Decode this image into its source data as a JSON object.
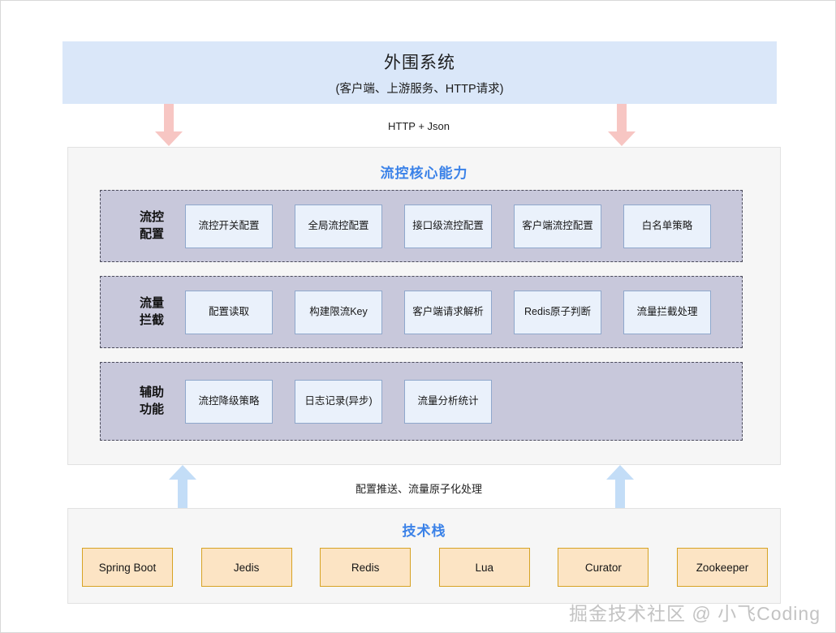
{
  "diagram": {
    "banner": {
      "title": "外围系统",
      "subtitle": "(客户端、上游服务、HTTP请求)",
      "bg_color": "#dae7f9"
    },
    "flows": {
      "down_label": "HTTP + Json",
      "down_arrow_color": "#f7c6c3",
      "up_label": "配置推送、流量原子化处理",
      "up_arrow_color": "#c3ddf7"
    },
    "core": {
      "title": "流控核心能力",
      "title_color": "#3b82e8",
      "band_color": "#c8c8db",
      "card_color": "#eaf1fb",
      "card_border": "#8fa8cc",
      "rows": [
        {
          "label": "流控\n配置",
          "label_line1": "流控",
          "label_line2": "配置",
          "items": [
            "流控开关配置",
            "全局流控配置",
            "接口级流控配置",
            "客户端流控配置",
            "白名单策略"
          ]
        },
        {
          "label_line1": "流量",
          "label_line2": "拦截",
          "items": [
            "配置读取",
            "构建限流Key",
            "客户端请求解析",
            "Redis原子判断",
            "流量拦截处理"
          ]
        },
        {
          "label_line1": "辅助",
          "label_line2": "功能",
          "items": [
            "流控降级策略",
            "日志记录(异步)",
            "流量分析统计"
          ]
        }
      ]
    },
    "tech": {
      "title": "技术栈",
      "title_color": "#3b82e8",
      "chip_color": "#fce4c4",
      "chip_border": "#d7a324",
      "items": [
        "Spring Boot",
        "Jedis",
        "Redis",
        "Lua",
        "Curator",
        "Zookeeper"
      ]
    },
    "watermark": "掘金技术社区 @ 小飞Coding"
  }
}
